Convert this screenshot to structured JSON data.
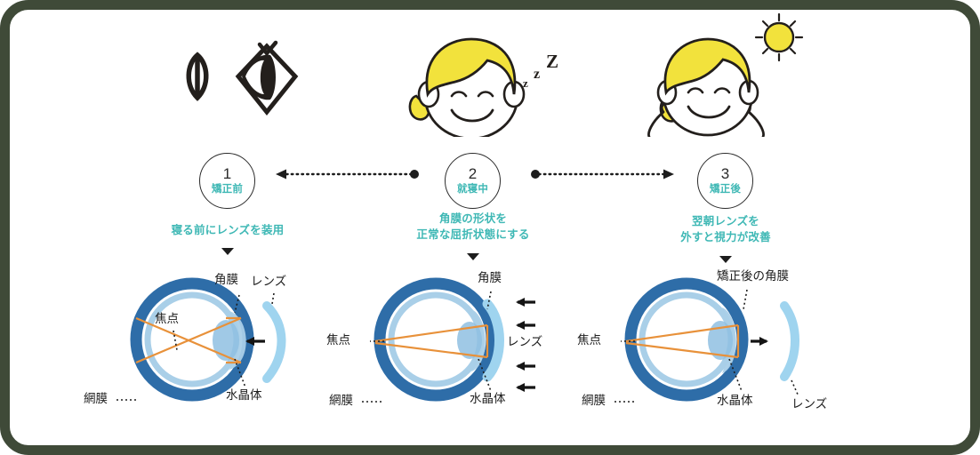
{
  "frame": {
    "border_color": "#3f4a38",
    "background": "#ffffff"
  },
  "palette": {
    "teal": "#3fb8b5",
    "dark_blue": "#2e6da8",
    "light_blue": "#a9cfe8",
    "lens_blue": "#9fd4ef",
    "orange": "#e8913a",
    "ink": "#1d1d1d",
    "yellow": "#f2e23c"
  },
  "steps": [
    {
      "number": "1",
      "label": "矯正前",
      "caption_lines": [
        "寝る前にレンズを装用"
      ],
      "illustration": "contact-lens-and-eye-icon"
    },
    {
      "number": "2",
      "label": "就寝中",
      "caption_lines": [
        "角膜の形状を",
        "正常な屈折状態にする"
      ],
      "illustration": "sleeping-girl-icon",
      "sleep_text": [
        "z",
        "z",
        "Z"
      ]
    },
    {
      "number": "3",
      "label": "矯正後",
      "caption_lines": [
        "翌朝レンズを",
        "外すと視力が改善"
      ],
      "illustration": "awake-girl-with-sun-icon"
    }
  ],
  "connectors": [
    {
      "id": "connector-1-2",
      "arrow_side": "left",
      "dot_side": "right"
    },
    {
      "id": "connector-2-3",
      "arrow_side": "right",
      "dot_side": "left"
    }
  ],
  "diagrams": [
    {
      "id": "eye-diagram-before",
      "labels": {
        "cornea": "角膜",
        "lens": "レンズ",
        "focus": "焦点",
        "retina": "網膜",
        "crystalline_lens": "水晶体"
      },
      "arrows": 1,
      "focus_position": "inside-vitreous"
    },
    {
      "id": "eye-diagram-sleeping",
      "labels": {
        "cornea": "角膜",
        "lens": "レンズ",
        "focus": "焦点",
        "retina": "網膜",
        "crystalline_lens": "水晶体"
      },
      "arrows": 4,
      "focus_position": "on-retina"
    },
    {
      "id": "eye-diagram-after",
      "labels": {
        "cornea": "矯正後の角膜",
        "lens": "レンズ",
        "focus": "焦点",
        "retina": "網膜",
        "crystalline_lens": "水晶体"
      },
      "arrows": 1,
      "focus_position": "on-retina"
    }
  ]
}
